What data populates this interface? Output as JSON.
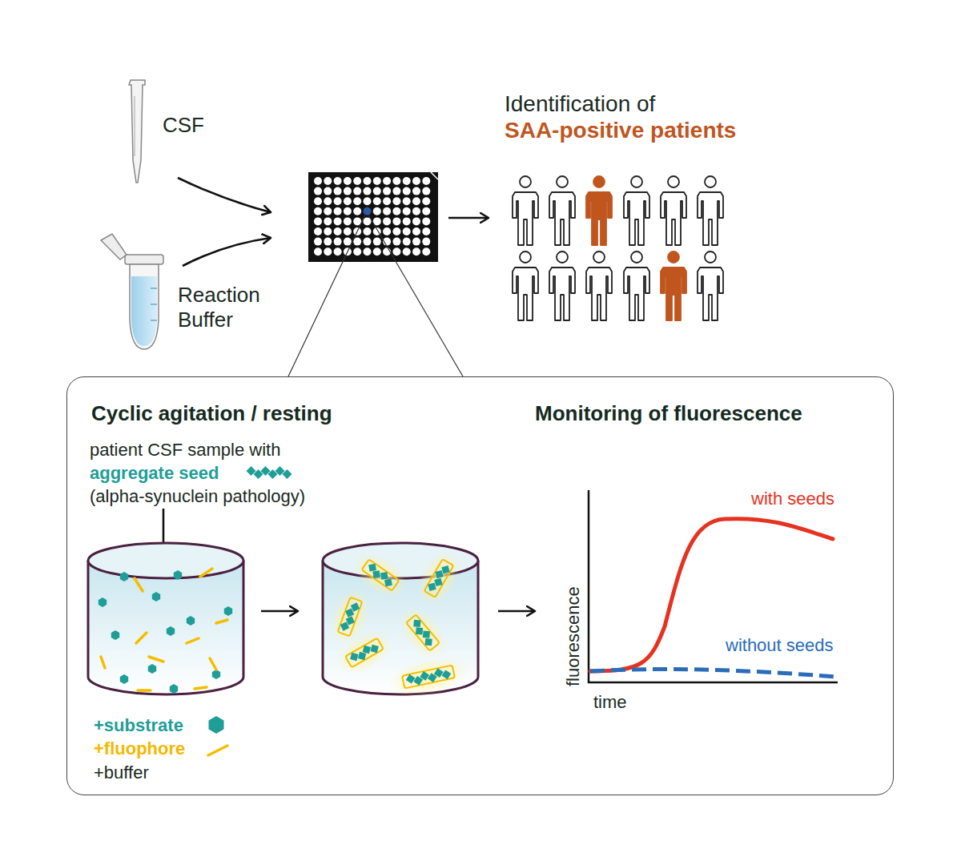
{
  "diagram": {
    "nodes": [
      {
        "text": [
          "Cyclic agitation / resting",
          "Monitoring of fluorescence"
        ]
      }
    ],
    "labels": [
      "CSF",
      "Reaction Buffer",
      "Identification of",
      "SAA-positive patients",
      "patient CSF sample with",
      "aggregate seed",
      "(alpha-synuclein pathology)",
      "+buffer",
      "with seeds",
      "without seeds",
      "fluorescence",
      "time"
    ],
    "legend": [
      {
        "text": "+substrate"
      },
      {
        "text": "+fluophore"
      }
    ]
  }
}
